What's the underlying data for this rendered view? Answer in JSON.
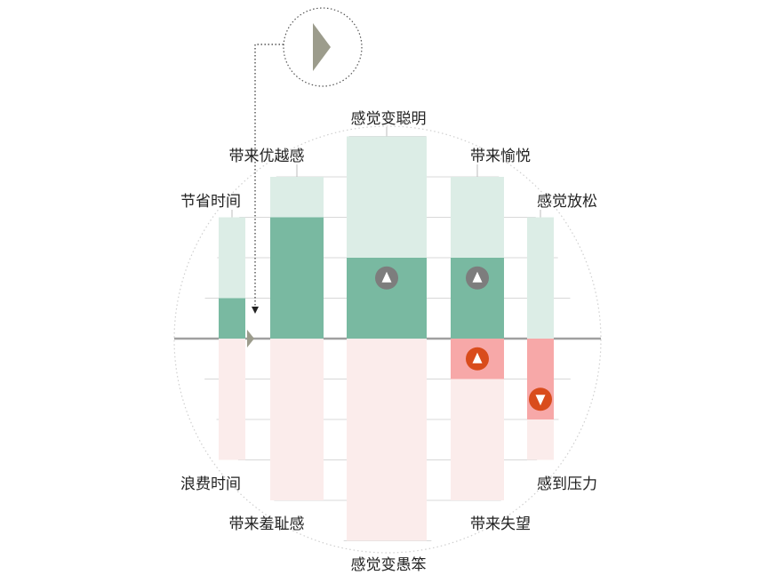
{
  "chart_data": {
    "type": "bar",
    "ylim": [
      -5,
      5
    ],
    "grid": true,
    "categories": [
      {
        "top_label": "节省时间",
        "bottom_label": "浪费时间",
        "positive_potential": 3,
        "positive_actual": 1,
        "negative_potential": -3,
        "negative_actual": 0,
        "marker": null
      },
      {
        "top_label": "带来优越感",
        "bottom_label": "带来羞耻感",
        "positive_potential": 4,
        "positive_actual": 3,
        "negative_potential": -4,
        "negative_actual": 0,
        "marker": null
      },
      {
        "top_label": "感觉变聪明",
        "bottom_label": "感觉变愚笨",
        "positive_potential": 5,
        "positive_actual": 2,
        "negative_potential": -5,
        "negative_actual": 0,
        "marker": {
          "direction": "up",
          "side": "positive",
          "color": "#7d7d7d"
        }
      },
      {
        "top_label": "带来愉悦",
        "bottom_label": "带来失望",
        "positive_potential": 4,
        "positive_actual": 2,
        "negative_potential": -4,
        "negative_actual": -1,
        "marker": {
          "direction": "up",
          "side": "positive",
          "color": "#7d7d7d"
        },
        "marker2": {
          "direction": "up",
          "side": "negative",
          "color": "#d94c1c"
        }
      },
      {
        "top_label": "感觉放松",
        "bottom_label": "感到压力",
        "positive_potential": 3,
        "positive_actual": 0,
        "negative_potential": -3,
        "negative_actual": -2,
        "marker": {
          "direction": "down",
          "side": "negative",
          "color": "#d94c1c"
        }
      }
    ]
  },
  "colors": {
    "positive_potential": "#dcede6",
    "positive_actual": "#79b9a1",
    "negative_potential": "#fbeceb",
    "negative_actual": "#f7a8a8",
    "axis": "#a0a0a0",
    "grid": "#d8d8d8"
  },
  "icons": {
    "legend_zoom": "right-pointer-icon",
    "axis_pointer": "right-pointer-icon"
  }
}
